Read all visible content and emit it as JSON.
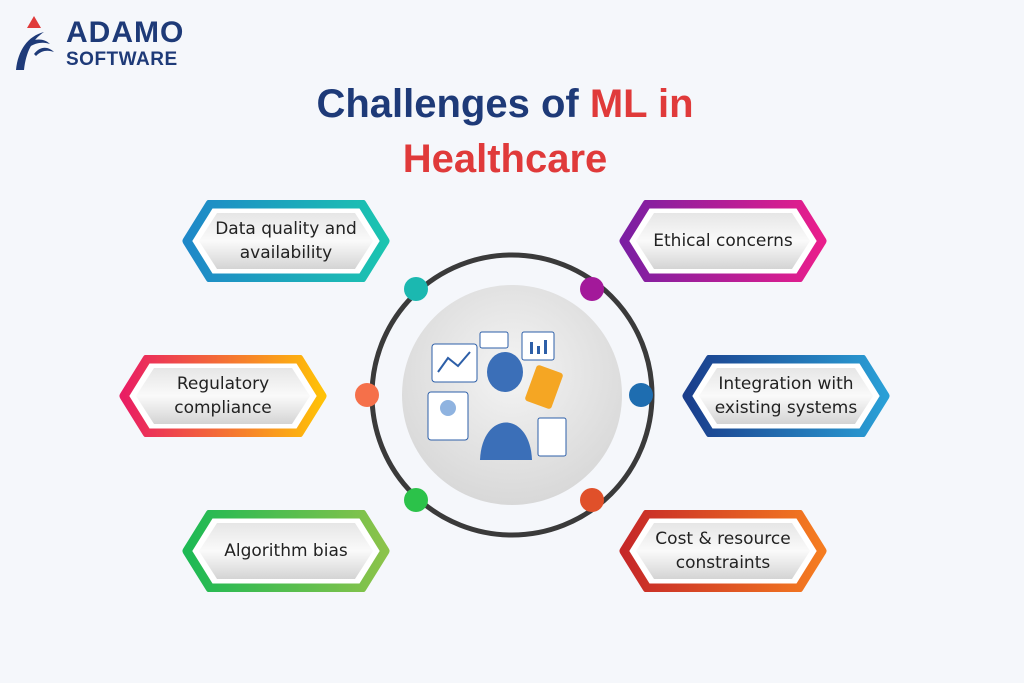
{
  "logo": {
    "line1": "ADAMO",
    "line2": "SOFTWARE"
  },
  "title": {
    "part1": "Challenges of ",
    "part2": "ML in",
    "line2": "Healthcare"
  },
  "challenges": [
    {
      "label": "Data quality and\navailability",
      "colors": [
        "#1e88c8",
        "#1bc4b0"
      ],
      "dot": "#1bb8b0"
    },
    {
      "label": "Ethical concerns",
      "colors": [
        "#7b1fa2",
        "#e91e8c"
      ],
      "dot": "#a3199a"
    },
    {
      "label": "Regulatory\ncompliance",
      "colors": [
        "#e91e63",
        "#ffc107"
      ],
      "dot": "#f5704a"
    },
    {
      "label": "Integration with\nexisting systems",
      "colors": [
        "#1a3e8c",
        "#2a9fd6"
      ],
      "dot": "#1e6db0"
    },
    {
      "label": "Algorithm bias",
      "colors": [
        "#1db954",
        "#8bc34a"
      ],
      "dot": "#2cc24a"
    },
    {
      "label": "Cost & resource\nconstraints",
      "colors": [
        "#c62828",
        "#f57c20"
      ],
      "dot": "#e0502a"
    }
  ],
  "center_image": "ai-robot-analytics-illustration"
}
